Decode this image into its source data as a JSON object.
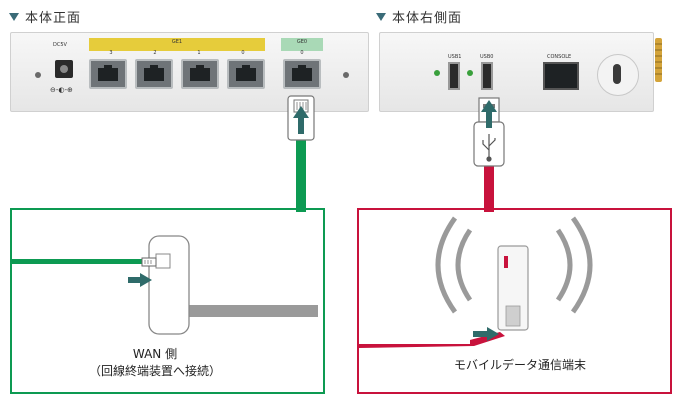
{
  "headings": {
    "front": "本体正面",
    "right_side": "本体右側面"
  },
  "front_panel": {
    "power_label": "DC5V",
    "ge1_label": "GE1",
    "ge1_ports": [
      "3",
      "2",
      "1",
      "0"
    ],
    "ge0_label": "GE0",
    "ge0_port": "0"
  },
  "side_panel": {
    "usb1_label": "USB1",
    "usb0_label": "USB0",
    "console_label": "CONSOLE"
  },
  "wan_box": {
    "title": "WAN 側",
    "subtitle": "（回線終端装置へ接続）"
  },
  "mobile_box": {
    "title": "モバイルデータ通信端末"
  },
  "colors": {
    "green": "#0d9a52",
    "crimson": "#c8123c",
    "band_yellow": "#e6cc3b",
    "arrow": "#2f6b6a"
  }
}
